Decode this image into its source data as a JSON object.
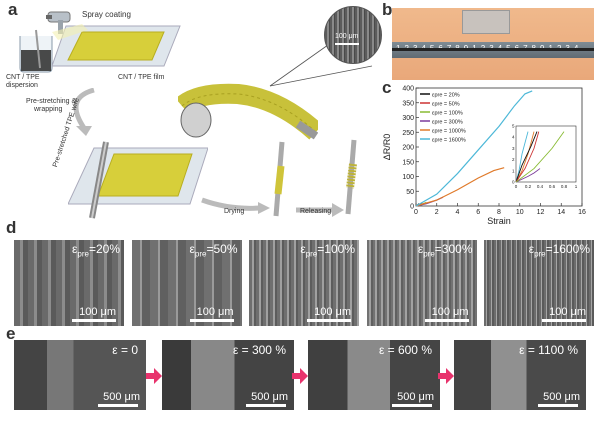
{
  "panel_labels": {
    "a": "a",
    "b": "b",
    "c": "c",
    "d": "d",
    "e": "e"
  },
  "panel_a": {
    "spray_coating": "Spray coating",
    "cnt_tpe_dispersion_1": "CNT / TPE",
    "cnt_tpe_dispersion_2": "dispersion",
    "cnt_tpe_film": "CNT / TPE film",
    "prestretch_1": "Pre-stretching &",
    "prestretch_2": "wrapping",
    "prestretched_wire": "Pre-stretched TPE wire",
    "drying": "Drying",
    "releasing": "Releasing",
    "inset_scale": "100 μm"
  },
  "panel_b": {
    "ruler_numbers": "1 2 3 4 5 6 7 8 9 1 2 3 4 5 6 7 8 9 1 2 3 4"
  },
  "chart_data": {
    "type": "line",
    "xlabel": "Strain",
    "ylabel": "ΔR/R0",
    "xlim": [
      0,
      16
    ],
    "ylim": [
      0,
      400
    ],
    "xticks": [
      0,
      2,
      4,
      6,
      8,
      10,
      12,
      14,
      16
    ],
    "yticks": [
      0,
      50,
      100,
      150,
      200,
      250,
      300,
      350,
      400
    ],
    "legend_position": "top-left",
    "series": [
      {
        "name": "εpre = 20%",
        "color": "#111111",
        "x": [
          0,
          0.15,
          0.3
        ],
        "y": [
          0,
          3,
          8
        ]
      },
      {
        "name": "εpre = 50%",
        "color": "#cc3333",
        "x": [
          0,
          0.3,
          0.6
        ],
        "y": [
          0,
          4,
          10
        ]
      },
      {
        "name": "εpre = 100%",
        "color": "#88bb33",
        "x": [
          0,
          0.5,
          1.0
        ],
        "y": [
          0,
          5,
          12
        ]
      },
      {
        "name": "εpre = 300%",
        "color": "#7a3b9a",
        "x": [
          0,
          1,
          2,
          2.6
        ],
        "y": [
          0,
          8,
          20,
          30
        ]
      },
      {
        "name": "εpre = 1000%",
        "color": "#e07a2a",
        "x": [
          0,
          2,
          4,
          6,
          7.5,
          8.5
        ],
        "y": [
          0,
          20,
          55,
          95,
          120,
          130
        ]
      },
      {
        "name": "εpre = 1600%",
        "color": "#4db8d8",
        "x": [
          0,
          2,
          4,
          6,
          8,
          9.5,
          10.5,
          11.2
        ],
        "y": [
          0,
          40,
          110,
          190,
          270,
          340,
          380,
          390
        ]
      }
    ],
    "inset": {
      "xlim": [
        0,
        1.0
      ],
      "ylim": [
        0,
        5
      ],
      "xticks": [
        0,
        0.2,
        0.4,
        0.6,
        0.8,
        1.0
      ],
      "yticks": [
        0,
        1,
        2,
        3,
        4,
        5
      ],
      "series": [
        {
          "color": "#4db8d8",
          "x": [
            0,
            0.05,
            0.1,
            0.2
          ],
          "y": [
            0,
            1,
            2.5,
            4.5
          ]
        },
        {
          "color": "#e07a2a",
          "x": [
            0,
            0.1,
            0.2,
            0.3
          ],
          "y": [
            0,
            1,
            2.5,
            4.5
          ]
        },
        {
          "color": "#111111",
          "x": [
            0,
            0.1,
            0.25,
            0.35
          ],
          "y": [
            0,
            1.5,
            3.2,
            4.5
          ]
        },
        {
          "color": "#cc3333",
          "x": [
            0,
            0.15,
            0.3,
            0.38
          ],
          "y": [
            0,
            1.2,
            3,
            4.5
          ]
        },
        {
          "color": "#7a3b9a",
          "x": [
            0,
            0.2,
            0.3,
            0.4
          ],
          "y": [
            0,
            0.5,
            0.8,
            1.2
          ]
        },
        {
          "color": "#88bb33",
          "x": [
            0,
            0.3,
            0.6,
            0.8
          ],
          "y": [
            0,
            1.2,
            3,
            4.5
          ]
        }
      ]
    }
  },
  "panel_d": {
    "images": [
      {
        "label_main": "ε",
        "label_sub": "pre",
        "label_val": "=20%",
        "scale": "100 μm"
      },
      {
        "label_main": "ε",
        "label_sub": "pre",
        "label_val": "=50%",
        "scale": "100 μm"
      },
      {
        "label_main": "ε",
        "label_sub": "pre",
        "label_val": "=100%",
        "scale": "100 μm"
      },
      {
        "label_main": "ε",
        "label_sub": "pre",
        "label_val": "=300%",
        "scale": "100 μm"
      },
      {
        "label_main": "ε",
        "label_sub": "pre",
        "label_val": "=1600%",
        "scale": "100 μm"
      }
    ]
  },
  "panel_e": {
    "images": [
      {
        "label": "ε = 0",
        "scale": "500 μm"
      },
      {
        "label": "ε = 300 %",
        "scale": "500 μm"
      },
      {
        "label": "ε = 600 %",
        "scale": "500 μm"
      },
      {
        "label": "ε = 1100 %",
        "scale": "500 μm"
      }
    ],
    "arrow_color": "#e8336d"
  }
}
